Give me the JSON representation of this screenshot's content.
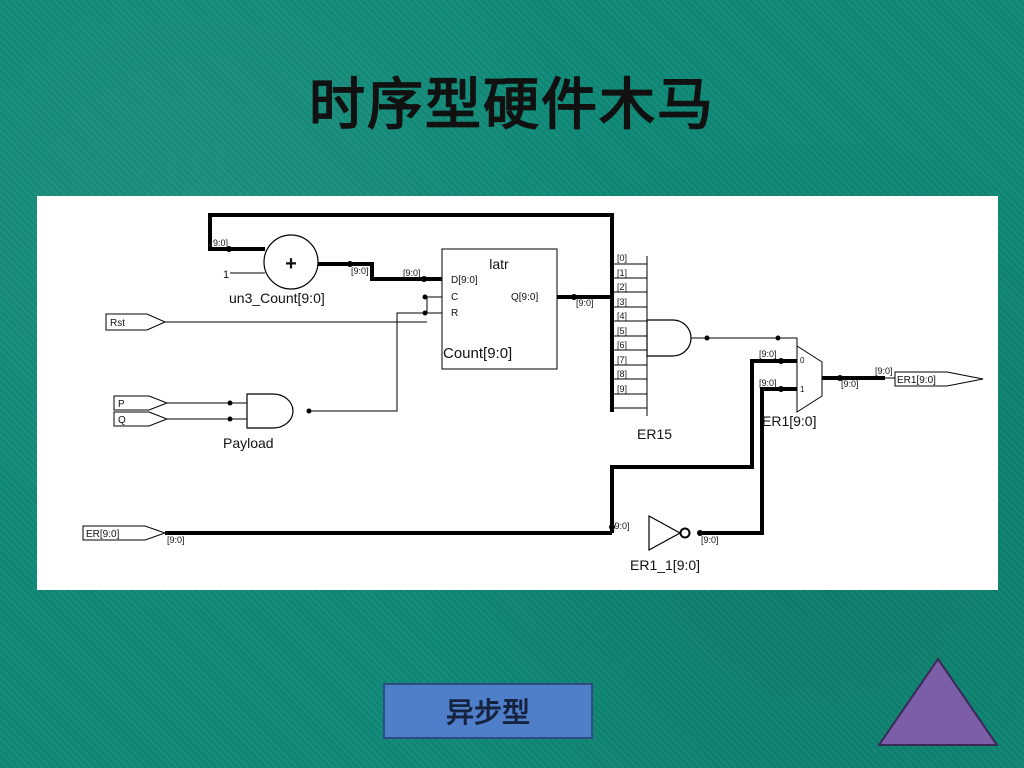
{
  "slide": {
    "title": "时序型硬件木马",
    "button_label": "异步型",
    "accent_color": "#0f8a78",
    "button_color": "#4f7fc8",
    "triangle_color": "#7b5ea7",
    "triangle_icon": "triangle-up-icon"
  },
  "diagram": {
    "inputs": {
      "rst": "Rst",
      "p": "P",
      "q": "Q",
      "er": "ER[9:0]"
    },
    "adder": {
      "label": "un3_Count[9:0]",
      "symbol": "+",
      "const_in": "1",
      "bus_in": "9:0]",
      "bus_out": "[9:0]"
    },
    "latch": {
      "name": "latr",
      "d": "D[9:0]",
      "c": "C",
      "r": "R",
      "q": "Q[9:0]",
      "label": "Count[9:0]",
      "d_bus": "[9:0]",
      "q_bus": "[9:0]"
    },
    "payload": {
      "label": "Payload"
    },
    "and_gate": {
      "label": "ER15",
      "bits": [
        "[0]",
        "[1]",
        "[2]",
        "[3]",
        "[4]",
        "[5]",
        "[6]",
        "[7]",
        "[8]",
        "[9]"
      ]
    },
    "mux": {
      "label": "ER1[9:0]",
      "in0_bus": "[9:0]",
      "in1_bus": "[9:0]",
      "out_bus": "[9:0]",
      "out_bus2": "[9:0]",
      "sel0": "0",
      "sel1": "1"
    },
    "inverter": {
      "label": "ER1_1[9:0]",
      "in_bus": "[9:0]",
      "out_bus": "[9:0]"
    },
    "er_bus": "[9:0]",
    "output": {
      "name": "ER1[9:0]"
    }
  }
}
